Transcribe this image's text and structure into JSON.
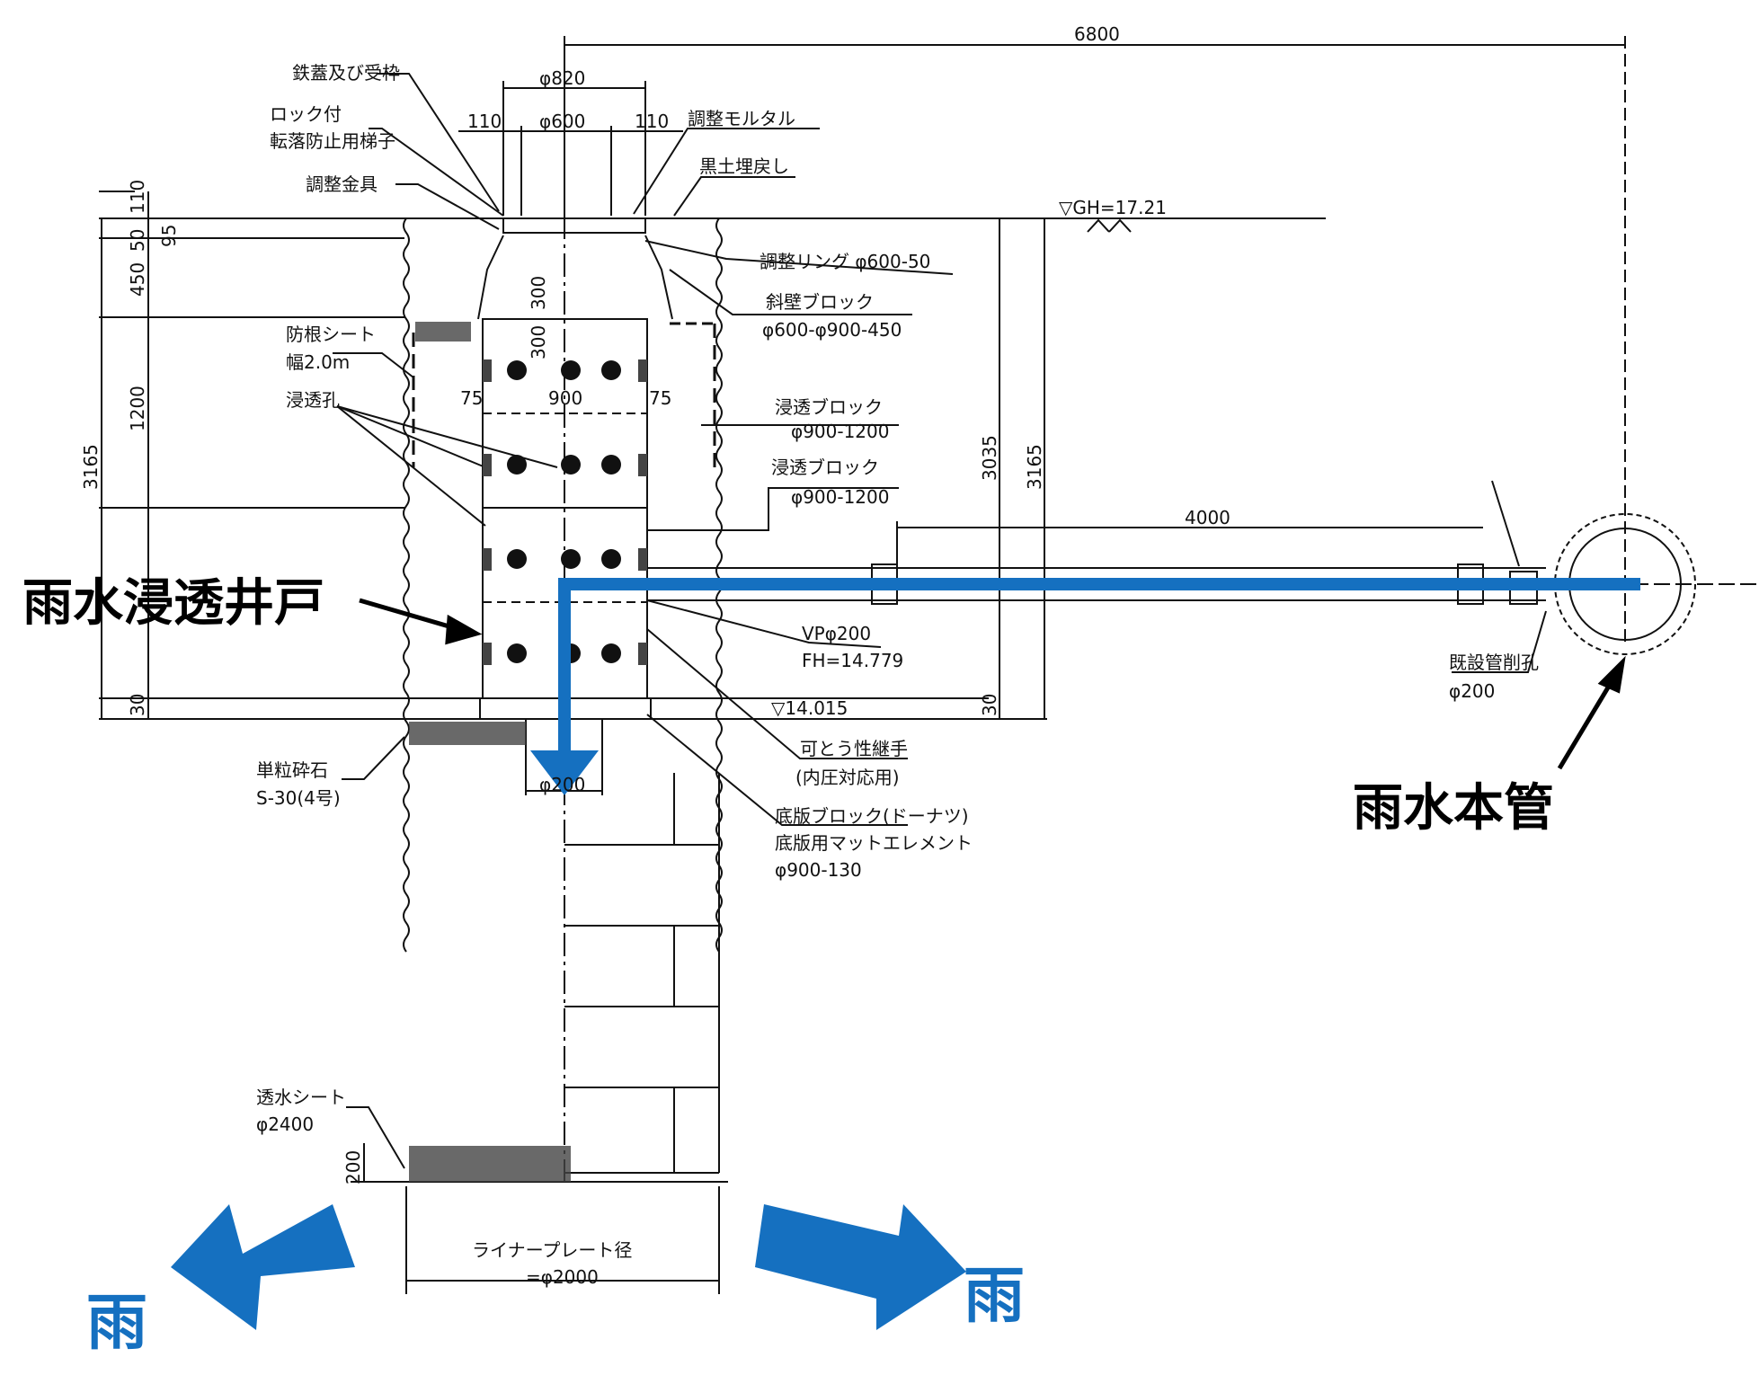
{
  "colors": {
    "flow": "#1570c0",
    "line": "#111111",
    "background": "#ffffff"
  },
  "dims": {
    "d6800": "6800",
    "d4000": "4000",
    "phi820": "φ820",
    "phi600": "φ600",
    "d110a": "110",
    "d110b": "110",
    "d75a": "75",
    "d75b": "75",
    "d900": "900",
    "d300a": "300",
    "d300b": "300",
    "d3165L": "3165",
    "d1200": "1200",
    "d450": "450",
    "d50": "50",
    "d95": "95",
    "d110v": "110",
    "d30L": "30",
    "d3035": "3035",
    "d3165R": "3165",
    "d30R": "30",
    "d200": "200",
    "phi200c": "φ200"
  },
  "levels": {
    "gh": "▽GH=17.21",
    "bottom": "▽14.015"
  },
  "labels": {
    "lid": "鉄蓋及び受枠",
    "lock": "ロック付",
    "ladder": "転落防止用梯子",
    "fitting": "調整金具",
    "mortar": "調整モルタル",
    "backfill": "黒土埋戻し",
    "ring": "調整リング φ600-50",
    "slant1": "斜壁ブロック",
    "slant2": "φ600-φ900-450",
    "rootsheet1": "防根シート",
    "rootsheet2": "幅2.0m",
    "holes": "浸透孔",
    "perm1a": "浸透ブロック",
    "perm1b": "φ900-1200",
    "perm2a": "浸透ブロック",
    "perm2b": "φ900-1200",
    "vp1": "VPφ200",
    "vp2": "FH=14.779",
    "joint1": "可とう性継手",
    "joint2": "(内圧対応用)",
    "gravel1": "単粒砕石",
    "gravel2": "S-30(4号)",
    "base1": "底版ブロック(ドーナツ)",
    "base2": "底版用マットエレメント",
    "base3": "φ900-130",
    "existing1": "既設管削孔",
    "existing2": "φ200",
    "watersheet1": "透水シート",
    "watersheet2": "φ2400",
    "liner1": "ライナープレート径",
    "liner2": "=φ2000"
  },
  "callouts": {
    "well": "雨水浸透井戸",
    "main": "雨水本管",
    "rainLeft": "雨",
    "rainRight": "雨"
  }
}
